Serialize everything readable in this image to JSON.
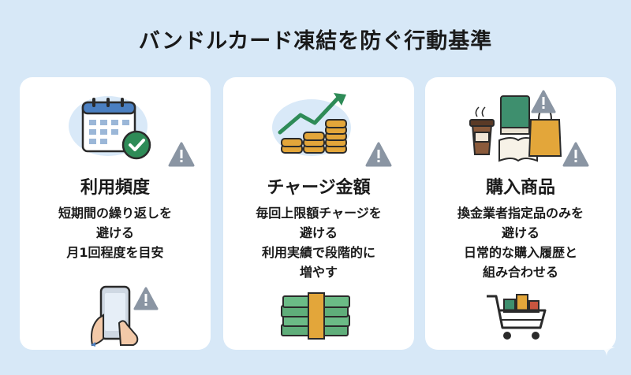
{
  "title": "バンドルカード凍結を防ぐ行動基準",
  "cards": [
    {
      "title": "利用頻度",
      "lines": [
        "短期間の繰り返しを",
        "避ける",
        "月1回程度を目安"
      ],
      "icons": [
        "calendar-check-icon",
        "warning-icon",
        "smartphone-hand-icon"
      ]
    },
    {
      "title": "チャージ金額",
      "lines": [
        "毎回上限額チャージを",
        "避ける",
        "利用実績で段階的に",
        "増やす"
      ],
      "icons": [
        "coin-stack-growth-icon",
        "warning-icon",
        "cash-stack-icon"
      ]
    },
    {
      "title": "購入商品",
      "lines": [
        "換金業者指定品のみを",
        "避ける",
        "日常的な購入履歴と",
        "組み合わせる"
      ],
      "icons": [
        "daily-goods-icon",
        "warning-icon",
        "shopping-cart-icon"
      ]
    }
  ],
  "colors": {
    "background": "#d7e8f7",
    "card": "#ffffff",
    "warning": "#8a95a3",
    "accent_green": "#2e8b57",
    "coin": "#e3a63a"
  }
}
